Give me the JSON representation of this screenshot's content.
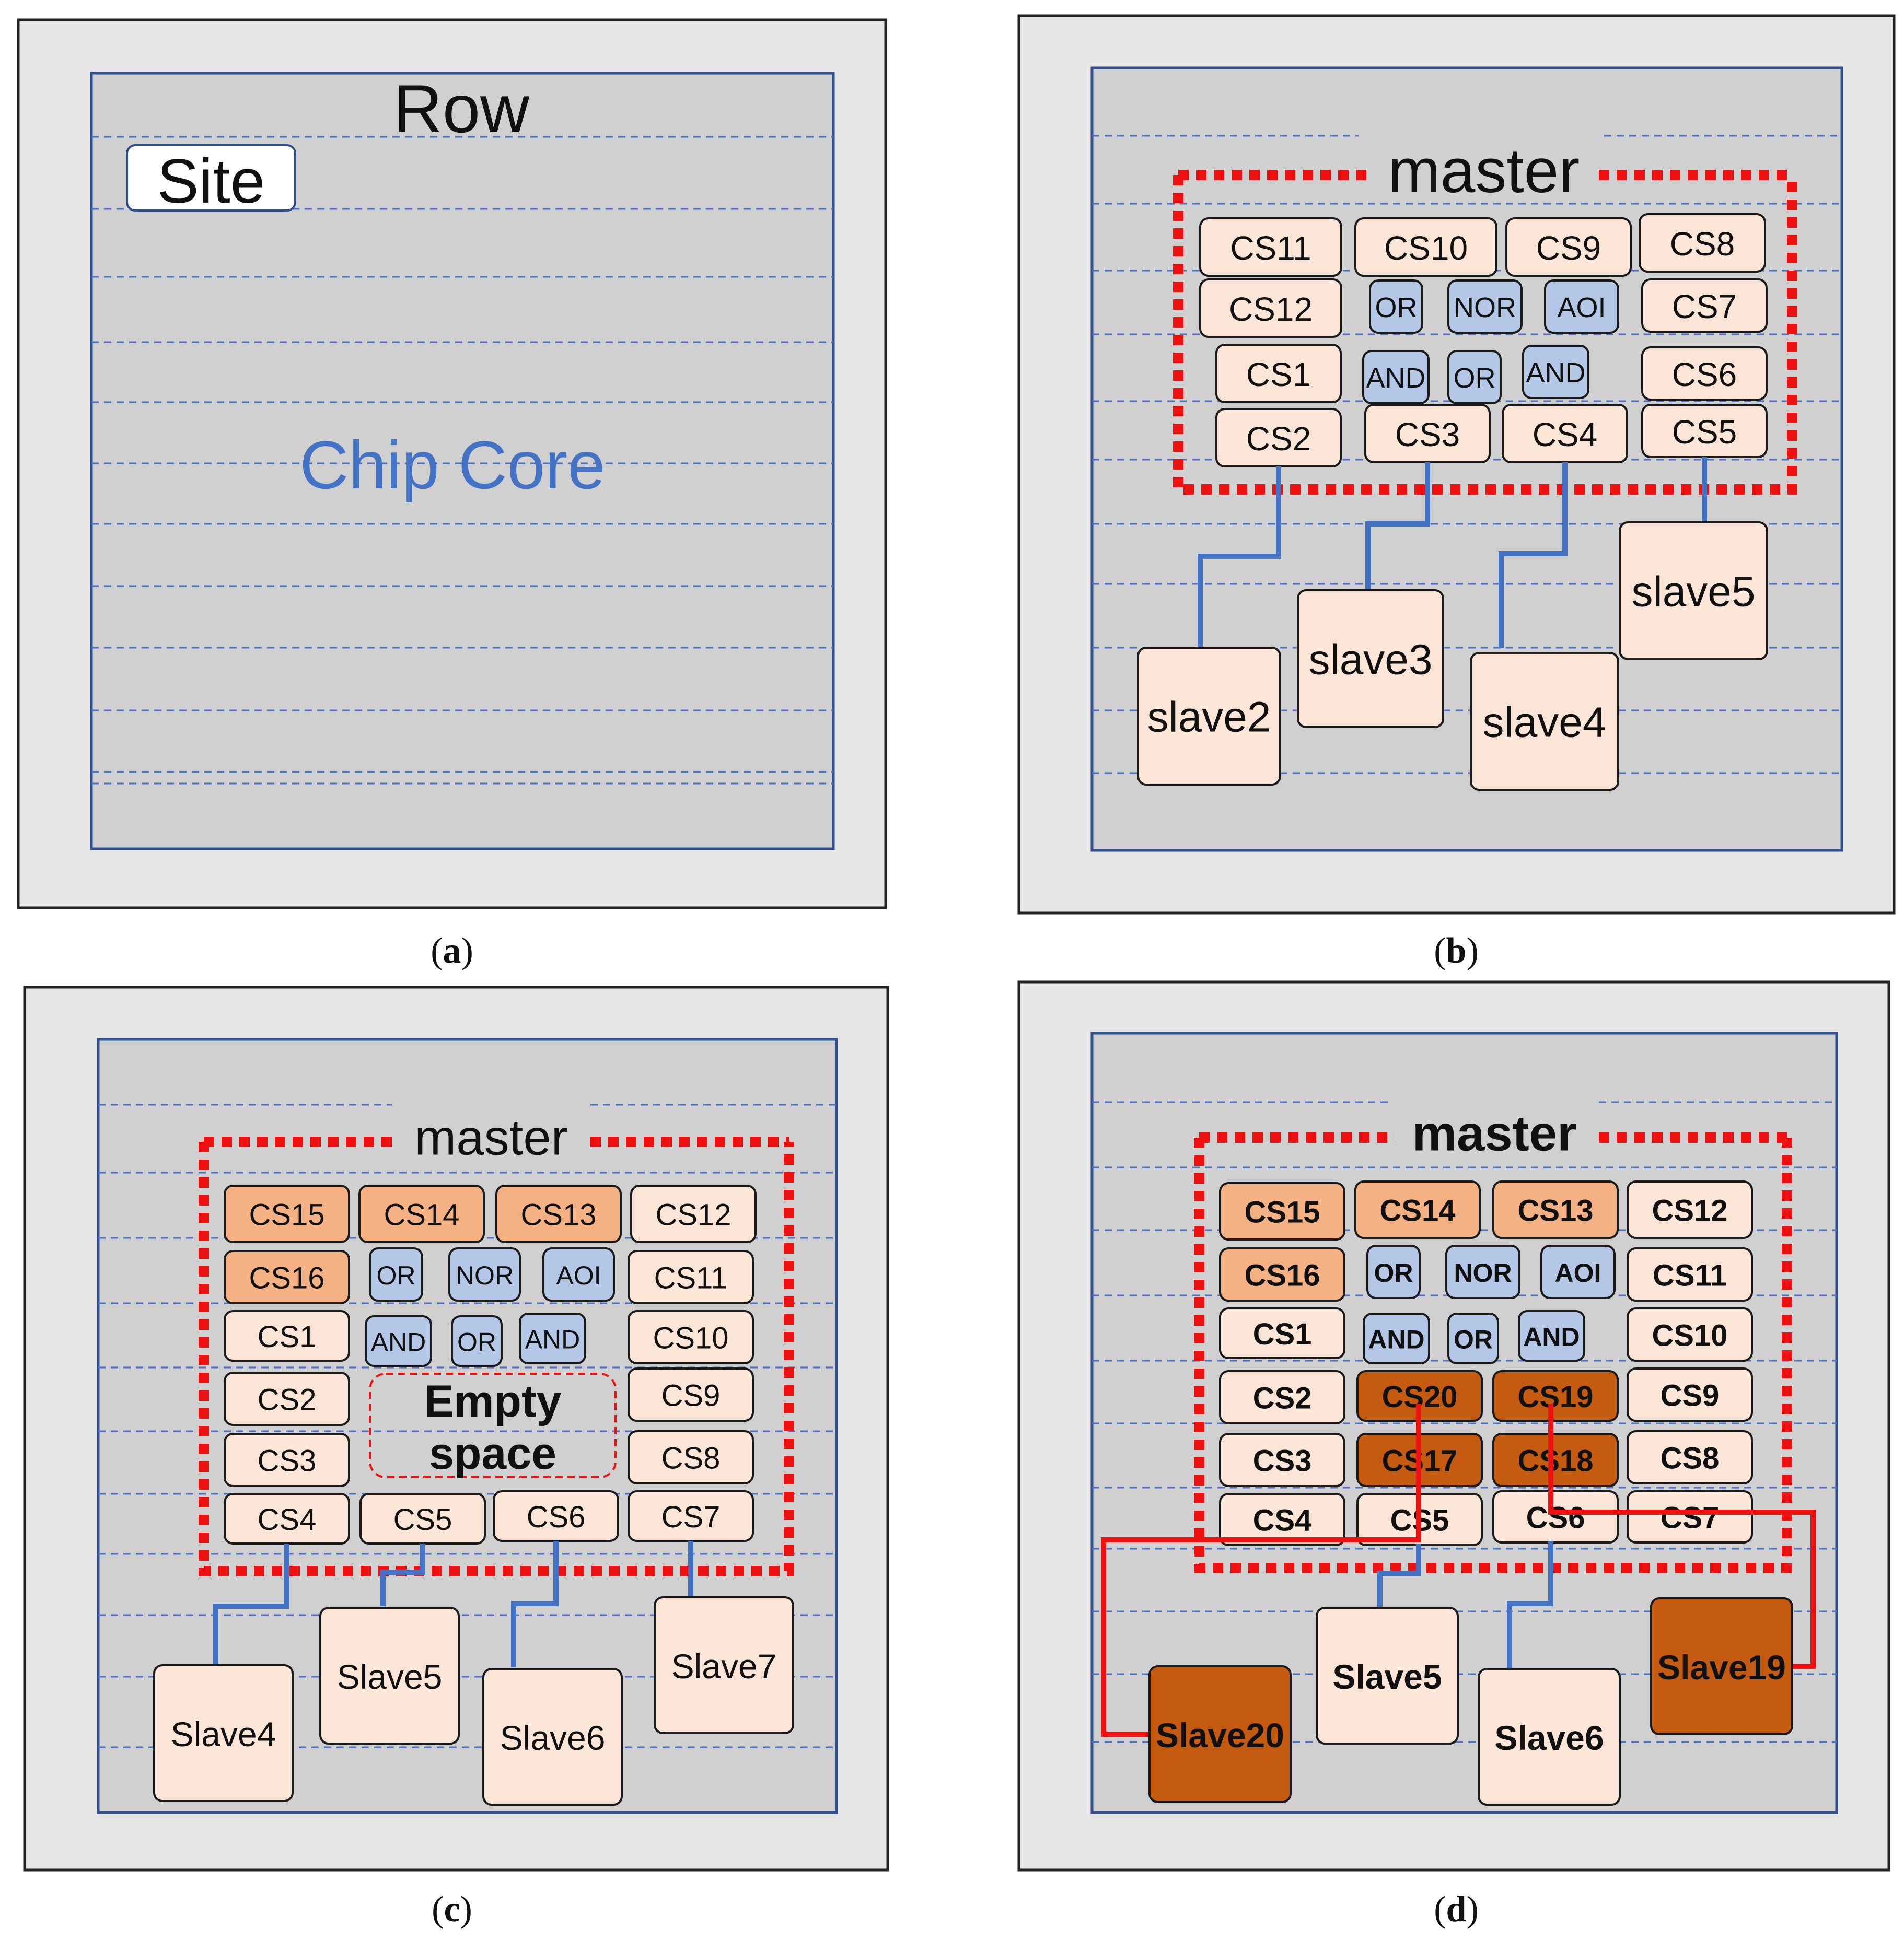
{
  "colors": {
    "cell_light": "#fbe5d6",
    "cell_medium": "#f4b183",
    "cell_dark": "#c55a11",
    "gate": "#b4c7e7",
    "wire_blue": "#4472c4",
    "wire_red": "#ee1111",
    "master_border": "#ee1111",
    "core_fill": "#d0d0d0",
    "outer_fill": "#e6e6e6",
    "chip_core_text": "#4472c4"
  },
  "panels": [
    {
      "id": "a",
      "caption_open": "(",
      "caption_letter": "a",
      "caption_close": ")",
      "row_label": "Row",
      "site_label": "Site",
      "chip_core_label": "Chip Core"
    },
    {
      "id": "b",
      "caption_open": "(",
      "caption_letter": "b",
      "caption_close": ")",
      "master_label": "master",
      "cells": [
        "CS11",
        "CS10",
        "CS9",
        "CS8",
        "CS12",
        "CS7",
        "CS1",
        "CS6",
        "CS2",
        "CS3",
        "CS4",
        "CS5"
      ],
      "gates": [
        "OR",
        "NOR",
        "AOI",
        "AND",
        "OR",
        "AND"
      ],
      "slaves": [
        "slave2",
        "slave3",
        "slave4",
        "slave5"
      ]
    },
    {
      "id": "c",
      "caption_open": "(",
      "caption_letter": "c",
      "caption_close": ")",
      "master_label": "master",
      "empty_space_label": [
        "Empty",
        "space"
      ],
      "cells": [
        "CS15",
        "CS14",
        "CS13",
        "CS12",
        "CS16",
        "CS11",
        "CS1",
        "CS10",
        "CS2",
        "CS9",
        "CS3",
        "CS8",
        "CS4",
        "CS5",
        "CS6",
        "CS7"
      ],
      "gates": [
        "OR",
        "NOR",
        "AOI",
        "AND",
        "OR",
        "AND"
      ],
      "slaves": [
        "Slave4",
        "Slave5",
        "Slave6",
        "Slave7"
      ]
    },
    {
      "id": "d",
      "caption_open": "(",
      "caption_letter": "d",
      "caption_close": ")",
      "master_label": "master",
      "cells": [
        "CS15",
        "CS14",
        "CS13",
        "CS12",
        "CS16",
        "CS11",
        "CS1",
        "CS10",
        "CS2",
        "CS20",
        "CS19",
        "CS9",
        "CS3",
        "CS17",
        "CS18",
        "CS8",
        "CS4",
        "CS5",
        "CS6",
        "CS7"
      ],
      "gates": [
        "OR",
        "NOR",
        "AOI",
        "AND",
        "OR",
        "AND"
      ],
      "slaves": [
        "Slave20",
        "Slave5",
        "Slave6",
        "Slave19"
      ]
    }
  ]
}
